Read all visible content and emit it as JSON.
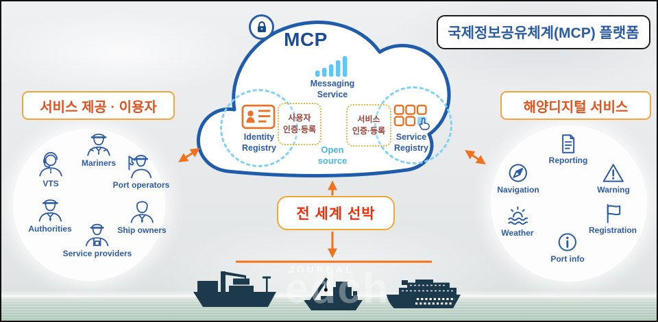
{
  "platform_box": {
    "label": "국제정보공유체계(MCP)  플랫폼"
  },
  "cloud": {
    "name": "MCP",
    "messaging_label": "Messaging\nService",
    "identity_label": "Identity\nRegistry",
    "service_registry_label": "Service\nRegistry",
    "user_auth_label": "사용자\n인증·등록",
    "service_auth_label": "서비스\n인증·등록",
    "open_source_label": "Open\nsource"
  },
  "providers": {
    "title": "서비스 제공 · 이용자",
    "items": [
      {
        "label": "Mariners"
      },
      {
        "label": "VTS"
      },
      {
        "label": "Port operators"
      },
      {
        "label": "Authorities"
      },
      {
        "label": "Ship owners"
      },
      {
        "label": "Service providers"
      }
    ]
  },
  "services": {
    "title": "해양디지털 서비스",
    "items": [
      {
        "label": "Reporting"
      },
      {
        "label": "Navigation"
      },
      {
        "label": "Warning"
      },
      {
        "label": "Weather"
      },
      {
        "label": "Registration"
      },
      {
        "label": "Port info"
      }
    ]
  },
  "ships_box": {
    "label": "전 세계 선박"
  },
  "watermark": {
    "small": "JOURNAL",
    "large": "edch"
  },
  "colors": {
    "cloud_border": "#1f5cac",
    "blue_text": "#2c5ca8",
    "light_blue": "#5ec8f4",
    "accent_orange": "#f2721c",
    "icon_orange": "#ed7225",
    "gold_dotted": "#e9b23a",
    "label_orange_red": "#e2511a",
    "ships_box_red": "#f52d0a",
    "ship_silhouette": "#1c3a4c"
  }
}
